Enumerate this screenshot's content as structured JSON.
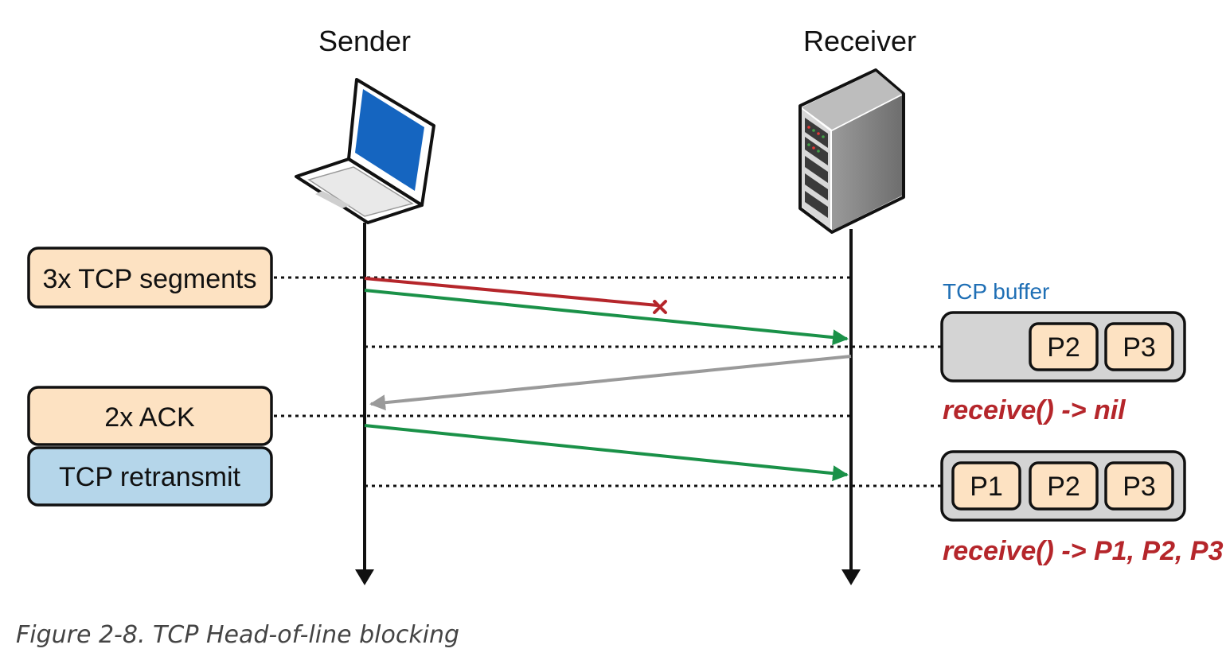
{
  "actors": {
    "sender": {
      "label": "Sender",
      "icon": "laptop-icon"
    },
    "receiver": {
      "label": "Receiver",
      "icon": "server-rack-icon"
    }
  },
  "labels": {
    "segments": "3x TCP segments",
    "ack": "2x ACK",
    "retransmit": "TCP retransmit"
  },
  "buffer": {
    "title": "TCP buffer",
    "state1": [
      "P2",
      "P3"
    ],
    "state2": [
      "P1",
      "P2",
      "P3"
    ],
    "result1": "receive() -> nil",
    "result2": "receive() -> P1, P2, P3"
  },
  "caption": "Figure 2-8. TCP Head-of-line blocking",
  "colors": {
    "label_fill": "#fde2c2",
    "retransmit_fill": "#b5d6ea",
    "buffer_fill": "#d4d4d4",
    "lost_packet": "#b5262b",
    "delivered_packet": "#1a9148",
    "ack_arrow": "#9a9a9a",
    "buffer_title": "#1f6fb5",
    "result_text": "#b5262b",
    "laptop_screen": "#1565c0"
  }
}
